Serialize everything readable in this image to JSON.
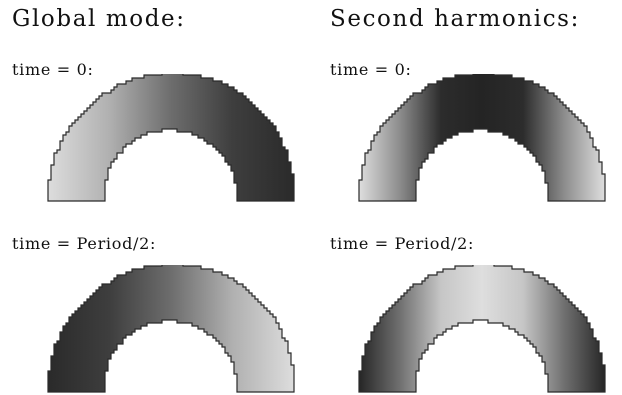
{
  "left_panel": {
    "heading": "Global mode:",
    "time_zero_label": "time = 0:",
    "time_half_label": "time = Period/2:",
    "top_gradient": [
      "#dddddd",
      "#b0b0b0",
      "#6d6d6d",
      "#3e3e3e",
      "#2a2a2a"
    ],
    "bottom_gradient": [
      "#2a2a2a",
      "#3e3e3e",
      "#6d6d6d",
      "#b0b0b0",
      "#dddddd"
    ]
  },
  "right_panel": {
    "heading": "Second harmonics:",
    "time_zero_label": "time = 0:",
    "time_half_label": "time = Period/2:",
    "top_gradient": [
      "#dedede",
      "#8c8c8c",
      "#2c2c2c",
      "#242424",
      "#2c2c2c",
      "#8c8c8c",
      "#dedede"
    ],
    "bottom_gradient": [
      "#262626",
      "#707070",
      "#c6c6c6",
      "#dedede",
      "#c6c6c6",
      "#707070",
      "#262626"
    ]
  },
  "colors": {
    "outline": "#2a2a2a",
    "background": "#ffffff",
    "text": "#111111"
  }
}
